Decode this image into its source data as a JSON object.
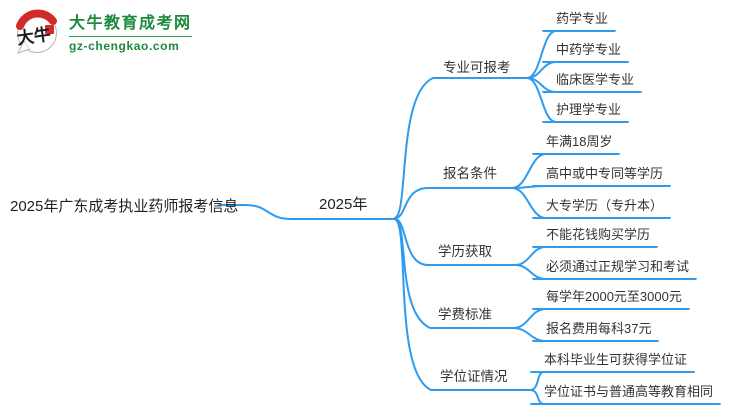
{
  "site": {
    "name": "大牛教育成考网",
    "domain": "gz-chengkao.com",
    "badge_text": "大牛",
    "brand_green": "#1e8a3d",
    "badge_red": "#d22b2b"
  },
  "colors": {
    "line_blue": "#2d9bf0",
    "text_dark": "#333333",
    "background": "#ffffff"
  },
  "mindmap": {
    "root": "2025年广东成考执业药师报考信息",
    "center": "2025年",
    "branches": [
      {
        "label": "专业可报考",
        "children": [
          "药学专业",
          "中药学专业",
          "临床医学专业",
          "护理学专业"
        ]
      },
      {
        "label": "报名条件",
        "children": [
          "年满18周岁",
          "高中或中专同等学历",
          "大专学历（专升本）"
        ]
      },
      {
        "label": "学历获取",
        "children": [
          "不能花钱购买学历",
          "必须通过正规学习和考试"
        ]
      },
      {
        "label": "学费标准",
        "children": [
          "每学年2000元至3000元",
          "报名费用每科37元"
        ]
      },
      {
        "label": "学位证情况",
        "children": [
          "本科毕业生可获得学位证",
          "学位证书与普通高等教育相同"
        ]
      }
    ]
  }
}
